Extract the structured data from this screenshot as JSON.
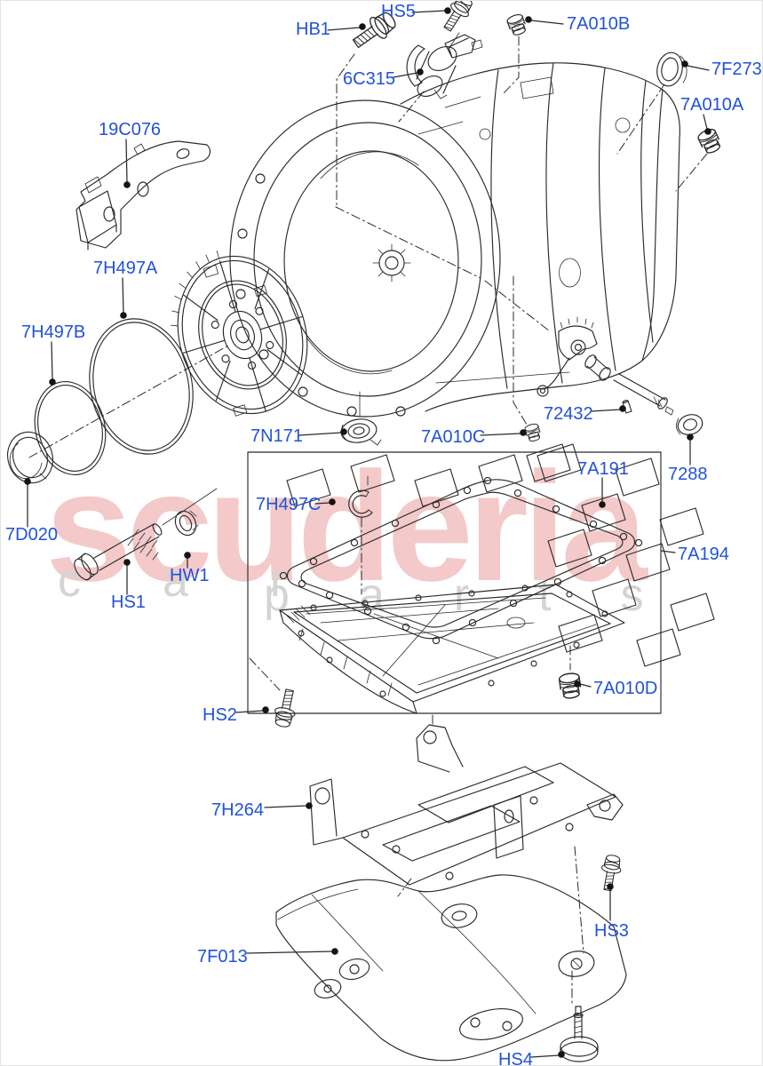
{
  "diagram": {
    "type": "exploded-parts-diagram",
    "watermark": {
      "brand": "scuderia",
      "word_car": "car",
      "word_parts": "parts"
    },
    "colors": {
      "label_link": "#2152d9",
      "line": "#2a2a2a",
      "watermark_pink": "#f3c9c9",
      "watermark_gray": "#d4d4d4",
      "flag_gray": "#dedede",
      "flag_pink": "#f6d8d8",
      "background": "#ffffff"
    },
    "labels": {
      "hb1": "HB1",
      "hs5": "HS5",
      "a010b": "7A010B",
      "f273": "7F273",
      "a010a": "7A010A",
      "c076": "19C076",
      "c315": "6C315",
      "h497a": "7H497A",
      "h497b": "7H497B",
      "d020": "7D020",
      "hs1": "HS1",
      "hw1": "HW1",
      "n171": "7N171",
      "a010c": "7A010C",
      "p72432": "72432",
      "p7288": "7288",
      "a191": "7A191",
      "a194": "7A194",
      "h497c": "7H497C",
      "a010d": "7A010D",
      "hs2": "HS2",
      "h264": "7H264",
      "f013": "7F013",
      "hs3": "HS3",
      "hs4": "HS4"
    }
  }
}
